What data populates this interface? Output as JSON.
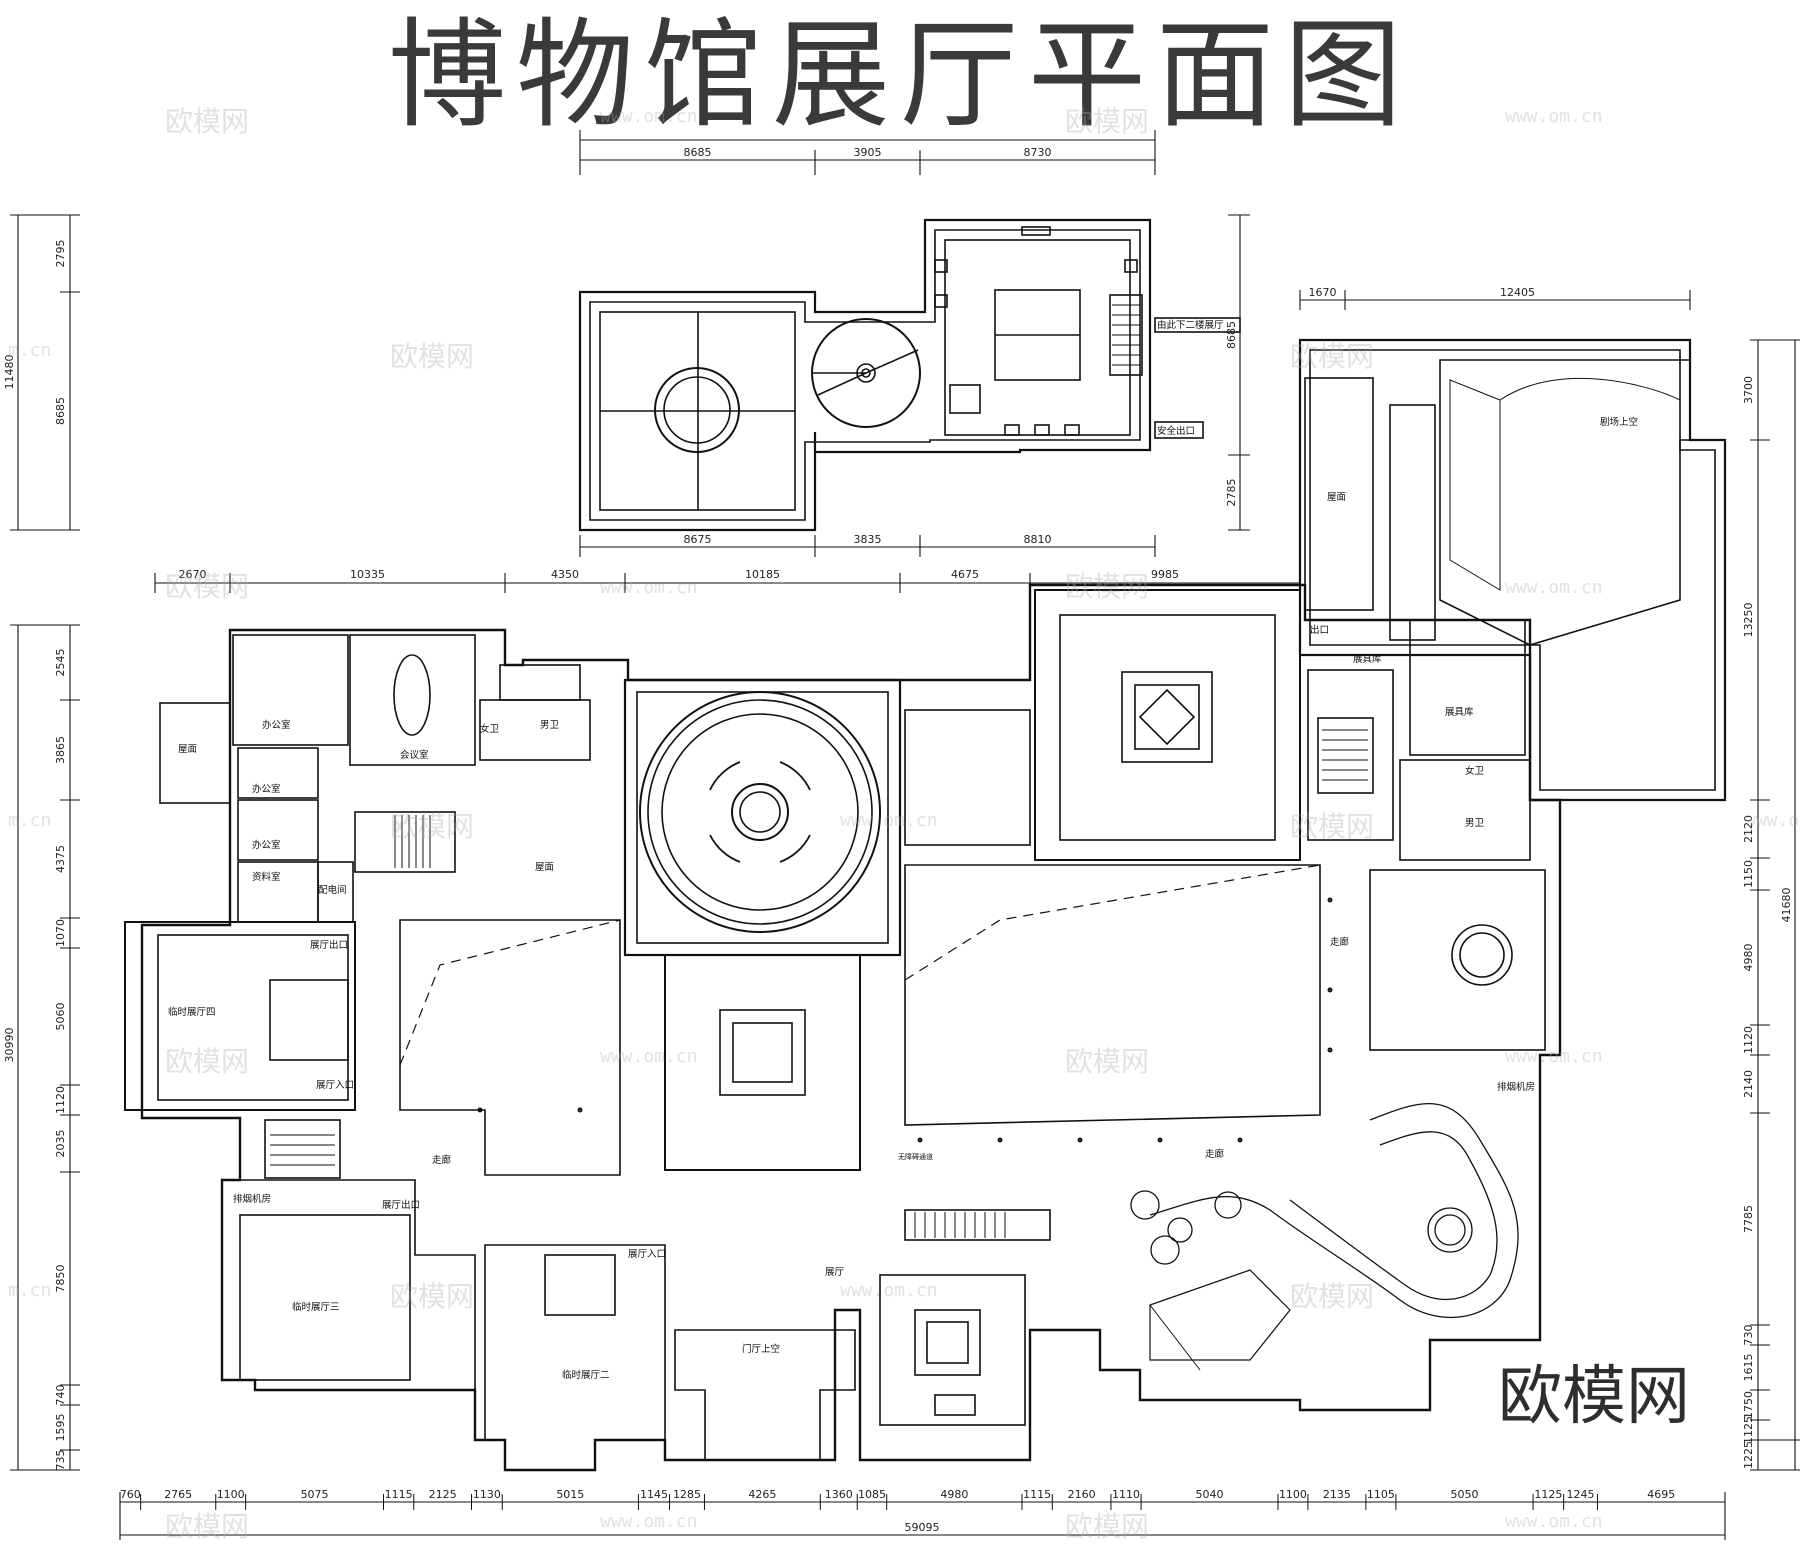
{
  "title": "博物馆展厅平面图",
  "watermark": {
    "logo": "欧模网",
    "cn": "欧模网",
    "url": "www.om.cn",
    "url_partial": "m.cn"
  },
  "dims": {
    "top_upper": [
      "8685",
      "3905",
      "8730"
    ],
    "top_lower": [
      "8675",
      "3835",
      "8810"
    ],
    "upper_left": [
      "2795",
      "8685"
    ],
    "upper_left_total": "11480",
    "upper_right": [
      "8685",
      "2785"
    ],
    "tr_top": [
      "1670",
      "12405"
    ],
    "mid_top": [
      "2670",
      "10335",
      "4350",
      "10185",
      "4675",
      "9985"
    ],
    "left": [
      "2545",
      "3865",
      "4375",
      "1070",
      "5060",
      "1120",
      "2035",
      "7850",
      "740",
      "1595",
      "735"
    ],
    "left_total": "30990",
    "right": [
      "3700",
      "13250",
      "2120",
      "1150",
      "4980",
      "1120",
      "2140",
      "7785",
      "730",
      "1615",
      "1750",
      "1125",
      "1225"
    ],
    "right_total": "41680",
    "bottom": [
      "760",
      "2765",
      "1100",
      "5075",
      "1115",
      "2125",
      "1130",
      "5015",
      "1145",
      "1285",
      "4265",
      "1360",
      "1085",
      "4980",
      "1115",
      "2160",
      "1110",
      "5040",
      "1100",
      "2135",
      "1105",
      "5050",
      "1125",
      "1245",
      "4695"
    ],
    "bottom_total": "59095"
  },
  "rooms": {
    "office_1": "办公室",
    "office_2": "办公室",
    "office_3": "办公室",
    "meeting": "会议室",
    "archive": "资料室",
    "power": "配电间",
    "roof_left": "屋面",
    "roof_mid": "屋面",
    "roof_right": "屋面",
    "female_wc_1": "女卫",
    "male_wc_1": "男卫",
    "female_wc_2": "女卫",
    "male_wc_2": "男卫",
    "hall_exit_4": "展厅出口",
    "temp_hall_4": "临时展厅四",
    "hall_entry_4": "展厅入口",
    "smoke_left": "排烟机房",
    "hall_exit_3": "展厅出口",
    "temp_hall_3": "临时展厅三",
    "temp_hall_2": "临时展厅二",
    "hall_entry_2": "展厅入口",
    "lobby_void": "门厅上空",
    "corridor_left": "走廊",
    "corridor_mid": "走廊",
    "corridor_right": "走廊",
    "exhibit_hall": "展厅",
    "theater_void": "剧场上空",
    "storage_1": "展具库",
    "storage_2": "展具库",
    "exit": "出口",
    "smoke_right": "排烟机房",
    "down_to_2f": "由此下二楼展厅",
    "safety_exit": "安全出口",
    "barrier_free": "无障碍通道"
  }
}
